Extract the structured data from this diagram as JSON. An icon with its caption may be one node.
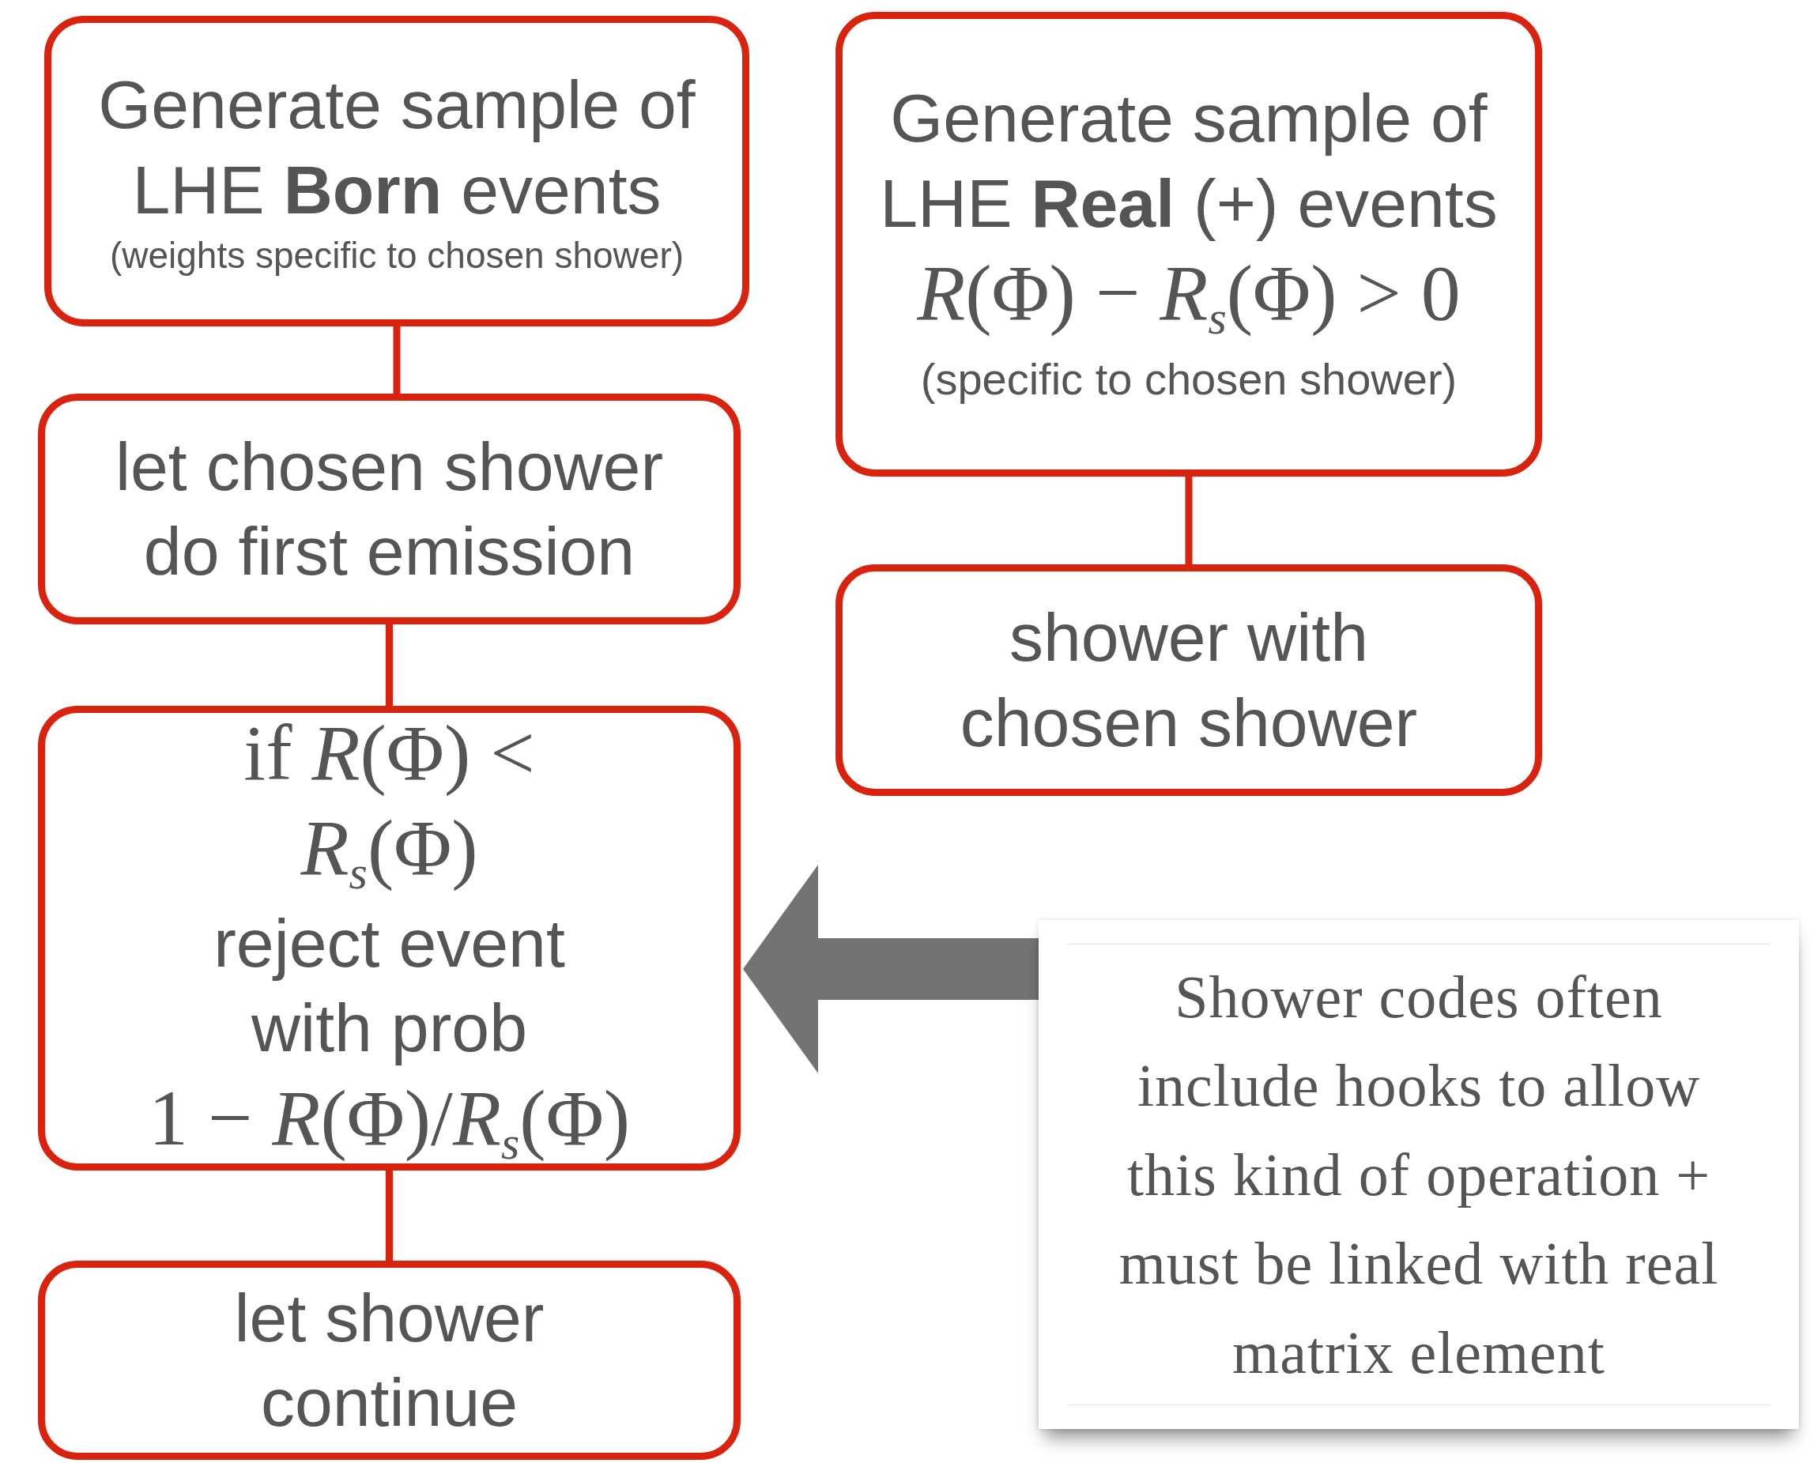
{
  "diagram": {
    "nodes": [
      {
        "text": [
          "Generate sample of LHE **Born** events",
          "(weights specific to chosen shower)"
        ]
      },
      {
        "text": [
          "let chosen shower do first emission"
        ]
      },
      {
        "text": [
          "if *R*(Φ) < *R*$_{s}$(Φ)",
          "reject event with prob",
          "1 − *R*(Φ)/*R*$_{s}$(Φ)"
        ]
      },
      {
        "text": [
          "let shower continue"
        ]
      },
      {
        "text": [
          "Generate sample of LHE **Real** (+) events",
          "*R*(Φ) − *R*$_{s}$(Φ) > 0",
          "(specific to chosen shower)"
        ]
      },
      {
        "text": [
          "shower with chosen shower"
        ]
      },
      {
        "text": [
          "Shower codes often include hooks to allow this kind of operation + must be linked with real matrix element"
        ]
      }
    ],
    "edges": [
      {
        "from": 0,
        "to": 1,
        "arrow": "none"
      },
      {
        "from": 1,
        "to": 2,
        "arrow": "none"
      },
      {
        "from": 2,
        "to": 3,
        "arrow": "none"
      },
      {
        "from": 4,
        "to": 5,
        "arrow": "none"
      },
      {
        "from": 6,
        "to": 2,
        "arrow": "to",
        "style": "thick",
        "color": "#737373"
      }
    ]
  }
}
